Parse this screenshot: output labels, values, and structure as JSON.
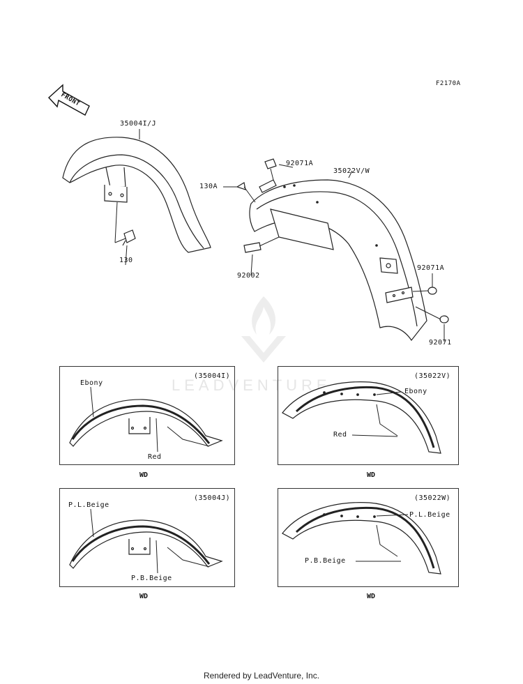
{
  "diagram_code": "F2170A",
  "front_label": "FRONT",
  "watermark": "LEADVENTURE",
  "parts": {
    "front_fender": "35004I/J",
    "front_bolt": "130",
    "rear_fender": "35022V/W",
    "rear_top_nut": "92071A",
    "rear_bolt_a": "130A",
    "rear_bolt": "92002",
    "rear_side_nut": "92071A",
    "rear_lower_nut": "92071"
  },
  "color_panels": [
    {
      "code": "(35004I)",
      "callout_top": "Ebony",
      "callout_bottom": "Red",
      "footnote": "WD"
    },
    {
      "code": "(35022V)",
      "callout_top": "Ebony",
      "callout_bottom": "Red",
      "footnote": "WD"
    },
    {
      "code": "(35004J)",
      "callout_top": "P.L.Beige",
      "callout_bottom": "P.B.Beige",
      "footnote": "WD"
    },
    {
      "code": "(35022W)",
      "callout_top": "P.L.Beige",
      "callout_bottom": "P.B.Beige",
      "footnote": "WD"
    }
  ],
  "footer": "Rendered by LeadVenture, Inc."
}
